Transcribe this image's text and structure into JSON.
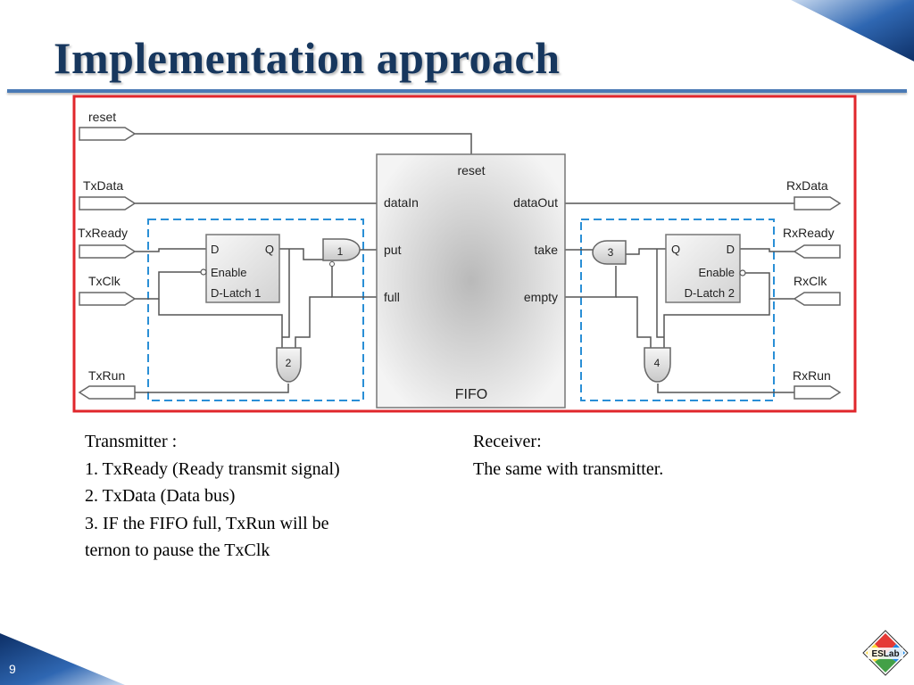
{
  "slide": {
    "title": "Implementation approach",
    "number": "9"
  },
  "logo": {
    "text": "ESLab"
  },
  "diagram": {
    "fifo": {
      "name": "FIFO",
      "reset": "reset",
      "data_in": "dataIn",
      "put": "put",
      "full": "full",
      "data_out": "dataOut",
      "take": "take",
      "empty": "empty"
    },
    "tx": {
      "reset": "reset",
      "data": "TxData",
      "ready": "TxReady",
      "clk": "TxClk",
      "run": "TxRun"
    },
    "rx": {
      "data": "RxData",
      "ready": "RxReady",
      "clk": "RxClk",
      "run": "RxRun"
    },
    "latch1": {
      "d": "D",
      "q": "Q",
      "enable": "Enable",
      "name": "D-Latch 1"
    },
    "latch2": {
      "q": "Q",
      "d": "D",
      "enable": "Enable",
      "name": "D-Latch 2"
    },
    "gates": [
      "1",
      "2",
      "3",
      "4"
    ]
  },
  "transmitter": {
    "heading": "Transmitter :",
    "lines": [
      "1. TxReady (Ready transmit signal)",
      "2. TxData (Data bus)",
      "3. IF the FIFO full, TxRun will be",
      "ternon to pause the TxClk"
    ]
  },
  "receiver": {
    "heading": "Receiver:",
    "lines": [
      "The same with transmitter."
    ]
  },
  "colors": {
    "title": "#17375e",
    "rule": "#4a7ab5",
    "frame": "#e0262b",
    "dashed": "#2a8fd6",
    "wire": "#555555",
    "corner": "#1f4e8c"
  }
}
